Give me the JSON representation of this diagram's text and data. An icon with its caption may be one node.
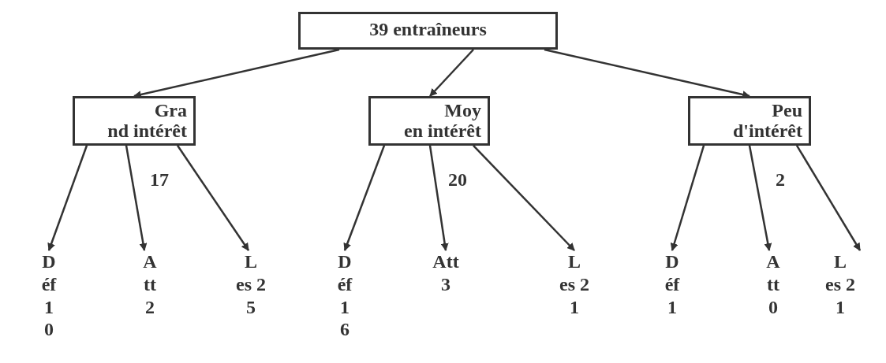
{
  "diagram": {
    "nodes": [
      {
        "text": [
          "39 entraîneurs"
        ]
      },
      {
        "text": [
          "Gra nd intérêt"
        ],
        "beside": [
          "17"
        ]
      },
      {
        "text": [
          "Moy en intérêt"
        ],
        "beside": [
          "20"
        ]
      },
      {
        "text": [
          "Peu d'intérêt"
        ],
        "beside": [
          "2"
        ]
      },
      {
        "text": [
          "D éf 1 0"
        ]
      },
      {
        "text": [
          "A tt 2"
        ]
      },
      {
        "text": [
          "L es 2 5"
        ]
      },
      {
        "text": [
          "D éf 1 6"
        ]
      },
      {
        "text": [
          "Att 3"
        ]
      },
      {
        "text": [
          "L es 2 1"
        ]
      },
      {
        "text": [
          "D éf 1"
        ]
      },
      {
        "text": [
          "A tt 0"
        ]
      },
      {
        "text": [
          "L es 2 1"
        ]
      }
    ],
    "edges": [
      {
        "from": 0,
        "to": 1,
        "arrow": "to"
      },
      {
        "from": 0,
        "to": 2,
        "arrow": "to"
      },
      {
        "from": 0,
        "to": 3,
        "arrow": "to"
      },
      {
        "from": 1,
        "to": 4,
        "arrow": "to"
      },
      {
        "from": 1,
        "to": 5,
        "arrow": "to"
      },
      {
        "from": 1,
        "to": 6,
        "arrow": "to"
      },
      {
        "from": 2,
        "to": 7,
        "arrow": "to"
      },
      {
        "from": 2,
        "to": 8,
        "arrow": "to"
      },
      {
        "from": 2,
        "to": 9,
        "arrow": "to"
      },
      {
        "from": 3,
        "to": 10,
        "arrow": "to"
      },
      {
        "from": 3,
        "to": 11,
        "arrow": "to"
      },
      {
        "from": 3,
        "to": 12,
        "arrow": "to"
      }
    ]
  }
}
